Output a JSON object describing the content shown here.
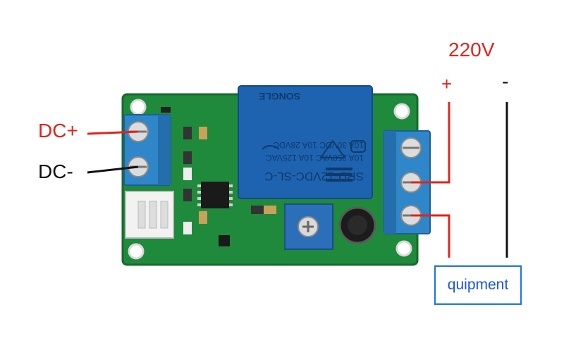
{
  "labels": {
    "dc_plus": "DC+",
    "dc_minus": "DC-",
    "voltage": "220V",
    "ac_plus": "+",
    "ac_minus": "-",
    "equipment": "quipment"
  },
  "relay": {
    "model": "SRD-12VDC-SL-C",
    "rating_line1": "10A 250VAC  10A 125VAC",
    "rating_line2": "10A 30VDC  10A 28VDC",
    "brand": "SONGLE"
  },
  "colors": {
    "board": "#1f8a3c",
    "relay": "#1e63b0",
    "terminal": "#2f86c9",
    "wire_positive": "#e2231a",
    "wire_negative": "#111111",
    "equipment_border": "#1a73e8"
  }
}
